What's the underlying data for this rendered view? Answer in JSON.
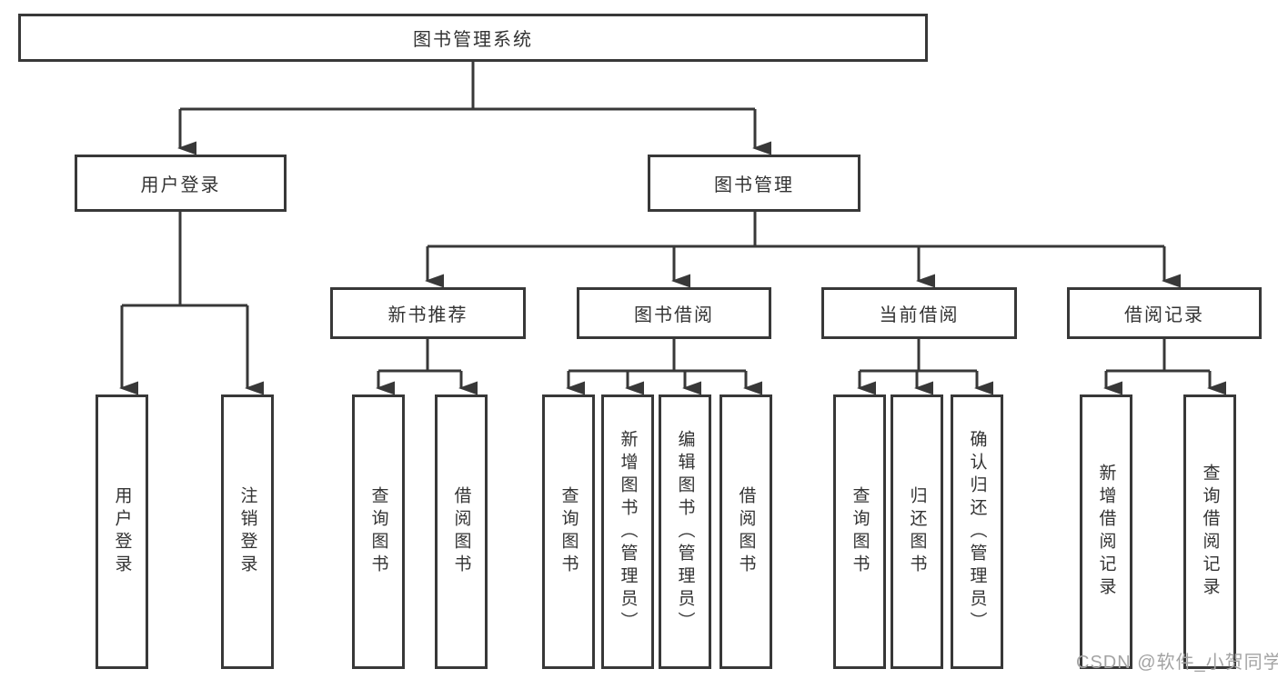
{
  "tree": {
    "root": {
      "label": "图书管理系统",
      "children": [
        {
          "label": "用户登录",
          "children": [
            {
              "label": "用户登录"
            },
            {
              "label": "注销登录"
            }
          ]
        },
        {
          "label": "图书管理",
          "children": [
            {
              "label": "新书推荐",
              "children": [
                {
                  "label": "查询图书"
                },
                {
                  "label": "借阅图书"
                }
              ]
            },
            {
              "label": "图书借阅",
              "children": [
                {
                  "label": "查询图书"
                },
                {
                  "label": "新增图书（管理员）"
                },
                {
                  "label": "编辑图书（管理员）"
                },
                {
                  "label": "借阅图书"
                }
              ]
            },
            {
              "label": "当前借阅",
              "children": [
                {
                  "label": "查询图书"
                },
                {
                  "label": "归还图书"
                },
                {
                  "label": "确认归还（管理员）"
                }
              ]
            },
            {
              "label": "借阅记录",
              "children": [
                {
                  "label": "新增借阅记录"
                },
                {
                  "label": "查询借阅记录"
                }
              ]
            }
          ]
        }
      ]
    }
  },
  "watermark": {
    "text": "CSDN @软件_小贺同学"
  },
  "colors": {
    "line": "#383838",
    "text": "#333333",
    "box_background": "#ffffff",
    "watermark": "#a3a3a3",
    "background": "#ffffff"
  }
}
